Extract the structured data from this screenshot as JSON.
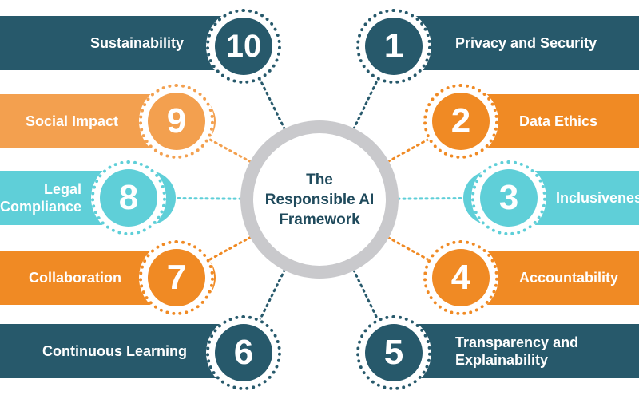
{
  "center_title": "The\nResponsible AI\nFramework",
  "colors": {
    "dark_teal": "#27596b",
    "orange": "#f08a24",
    "light_orange": "#f3a04f",
    "cyan": "#5fcfd8",
    "center_ring": "#c9c9cc",
    "title_text": "#1f4a5c"
  },
  "principles": [
    {
      "number": "1",
      "label": "Privacy and Security",
      "color": "dark_teal"
    },
    {
      "number": "2",
      "label": "Data Ethics",
      "color": "orange"
    },
    {
      "number": "3",
      "label": "Inclusiveness",
      "color": "cyan"
    },
    {
      "number": "4",
      "label": "Accountability",
      "color": "orange"
    },
    {
      "number": "5",
      "label": "Transparency and Explainability",
      "color": "dark_teal"
    },
    {
      "number": "6",
      "label": "Continuous Learning",
      "color": "dark_teal"
    },
    {
      "number": "7",
      "label": "Collaboration",
      "color": "orange"
    },
    {
      "number": "8",
      "label": "Legal Compliance",
      "color": "cyan"
    },
    {
      "number": "9",
      "label": "Social Impact",
      "color": "light_orange"
    },
    {
      "number": "10",
      "label": "Sustainability",
      "color": "dark_teal"
    }
  ]
}
